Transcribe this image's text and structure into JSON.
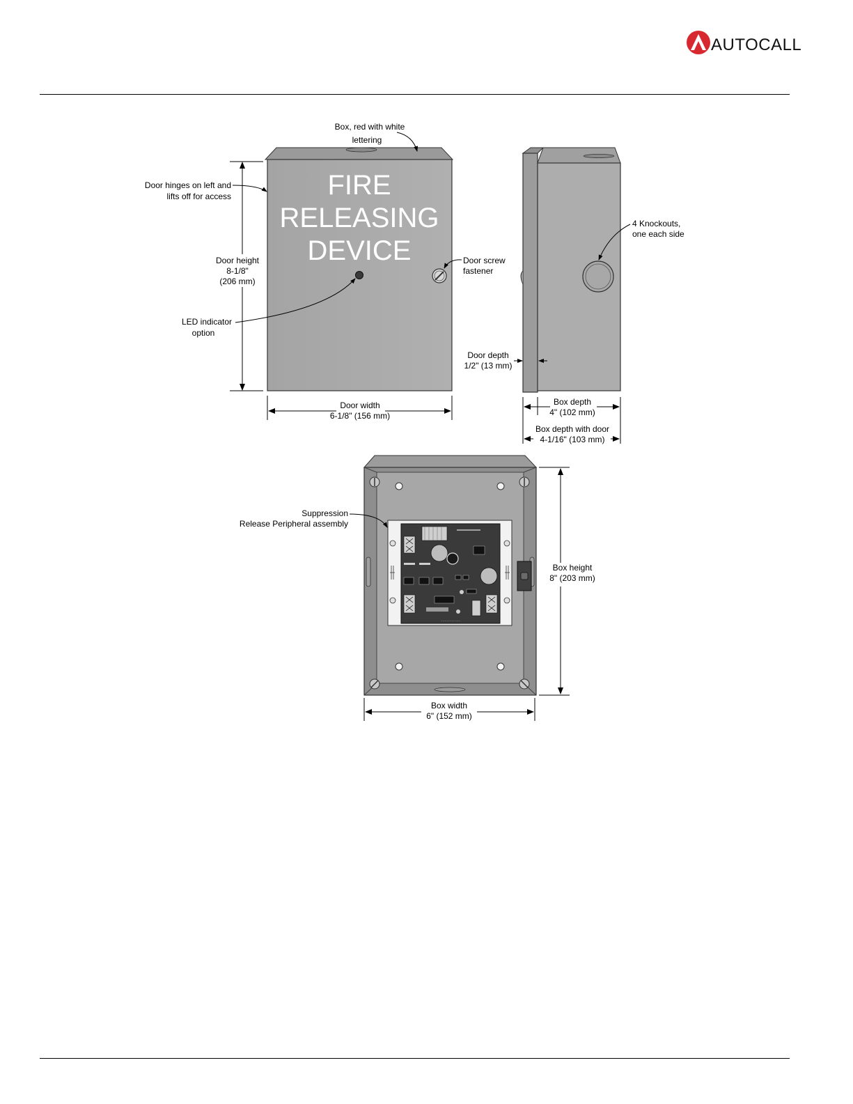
{
  "header": {
    "brand_name": "AUTOCALL"
  },
  "front_view": {
    "door_lettering": [
      "FIRE",
      "RELEASING",
      "DEVICE"
    ],
    "callouts": {
      "box_color": [
        "Box, red with white",
        "lettering"
      ],
      "door_hinges": [
        "Door hinges on left and",
        "lifts off for access"
      ],
      "door_height": [
        "Door height",
        "8-1/8\"",
        "(206 mm)"
      ],
      "led_indicator": [
        "LED indicator",
        "option"
      ],
      "door_screw": [
        "Door screw",
        "fastener"
      ],
      "door_width": [
        "Door width",
        "6-1/8\" (156 mm)"
      ]
    }
  },
  "side_view": {
    "callouts": {
      "knockouts": [
        "4 Knockouts,",
        "one each side"
      ],
      "door_depth": [
        "Door depth",
        "1/2\" (13 mm)"
      ],
      "box_depth": [
        "Box depth",
        "4\" (102 mm)"
      ],
      "box_depth_door": [
        "Box depth with door",
        "4-1/16\" (103 mm)"
      ]
    }
  },
  "interior_view": {
    "callouts": {
      "assembly": [
        "Suppression",
        "Release Peripheral assembly"
      ],
      "box_height": [
        "Box height",
        "8\" (203 mm)"
      ],
      "box_width": [
        "Box width",
        "6\" (152 mm)"
      ]
    }
  },
  "colors": {
    "box_fill": "#a9a9a9",
    "box_shade": "#8f8f8f",
    "board": "#3a3a3a",
    "brand_red": "#d7282f"
  }
}
